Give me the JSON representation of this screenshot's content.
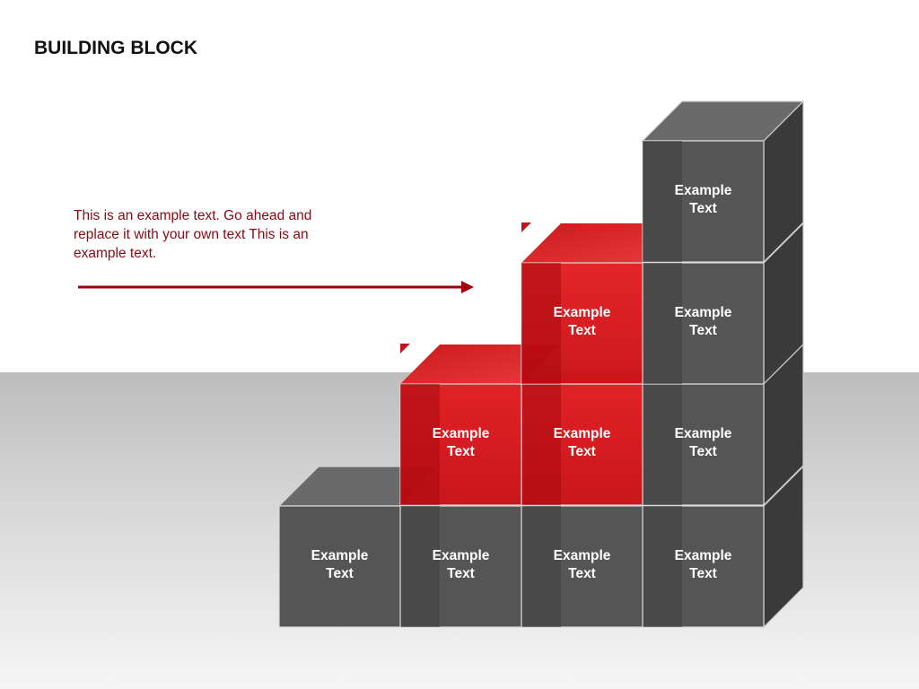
{
  "title": "BUILDING BLOCK",
  "description": "This is an example text. Go ahead and replace it with your own text This is an example text.",
  "colors": {
    "grey_face": "#555555",
    "grey_top": "#6a6a6a",
    "grey_side": "#3a3a3a",
    "red_face": "#d40f14",
    "red_top": "#e02a2e",
    "arrow": "#a0000a"
  },
  "blocks": {
    "labels": {
      "c1r1": "Example\nText",
      "c2r1": "Example\nText",
      "c2r2": "Example\nText",
      "c3r1": "Example\nText",
      "c3r2": "Example\nText",
      "c3r3": "Example\nText",
      "c4r1": "Example\nText",
      "c4r2": "Example\nText",
      "c4r3": "Example\nText",
      "c4r4": "Example\nText"
    }
  }
}
